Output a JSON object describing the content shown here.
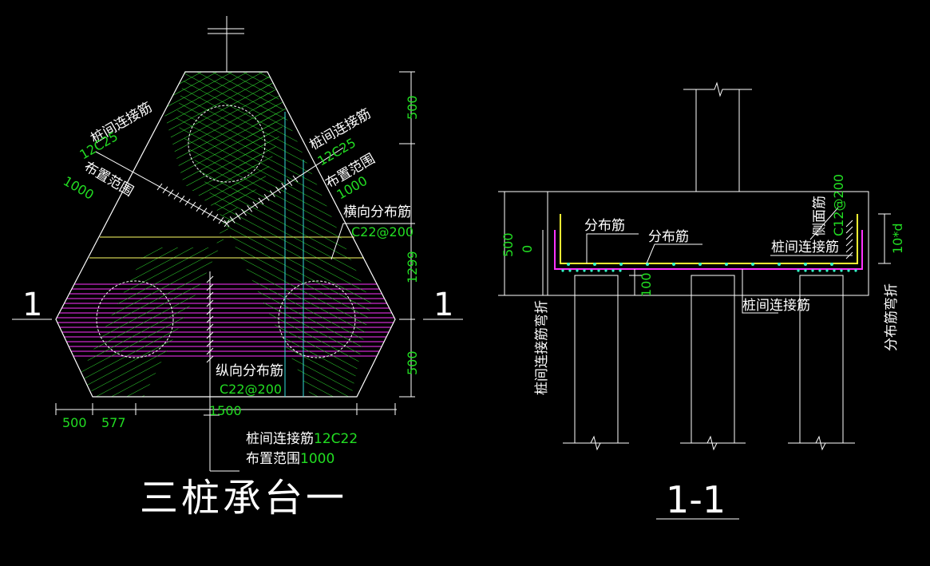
{
  "colors": {
    "background": "#000000",
    "outline": "#ffffff",
    "rebar_diag": "#33ee33",
    "rebar_horizontal": "#ff33ff",
    "distribution_bar": "#ffff33",
    "dimension_text": "#22dd22",
    "cyan_line": "#33dddd"
  },
  "plan": {
    "title": "三桩承台一",
    "section_mark": "1",
    "labels": {
      "left_connect": "桩间连接筋",
      "left_connect_spec": "12C25",
      "left_range": "布置范围",
      "left_range_value": "1000",
      "right_connect": "桩间连接筋",
      "right_connect_spec": "12C25",
      "right_range": "布置范围",
      "right_range_value": "1000",
      "transverse": "横向分布筋",
      "transverse_spec": "C22@200",
      "longitudinal": "纵向分布筋",
      "longitudinal_spec": "C22@200",
      "bottom_connect": "桩间连接筋",
      "bottom_connect_spec": "12C22",
      "bottom_range": "布置范围",
      "bottom_range_value": "1000"
    },
    "dimensions": {
      "right_top": "500",
      "right_mid": "1299",
      "right_bottom": "500",
      "bottom_left": "500",
      "bottom_mid": "577",
      "bottom_main": "1500"
    }
  },
  "section": {
    "title": "1-1",
    "labels": {
      "dist1": "分布筋",
      "dist2": "分布筋",
      "pile_connect": "桩间连接筋",
      "pile_connect_bottom": "桩间连接筋",
      "side_bar": "侧面筋",
      "side_bar_spec": "C12@200",
      "left_vertical": "桩间连接筋弯折",
      "right_vertical": "分布筋弯折",
      "bend_length": "10*d"
    },
    "dimensions": {
      "height": "500",
      "zero": "0",
      "cover": "100"
    }
  }
}
